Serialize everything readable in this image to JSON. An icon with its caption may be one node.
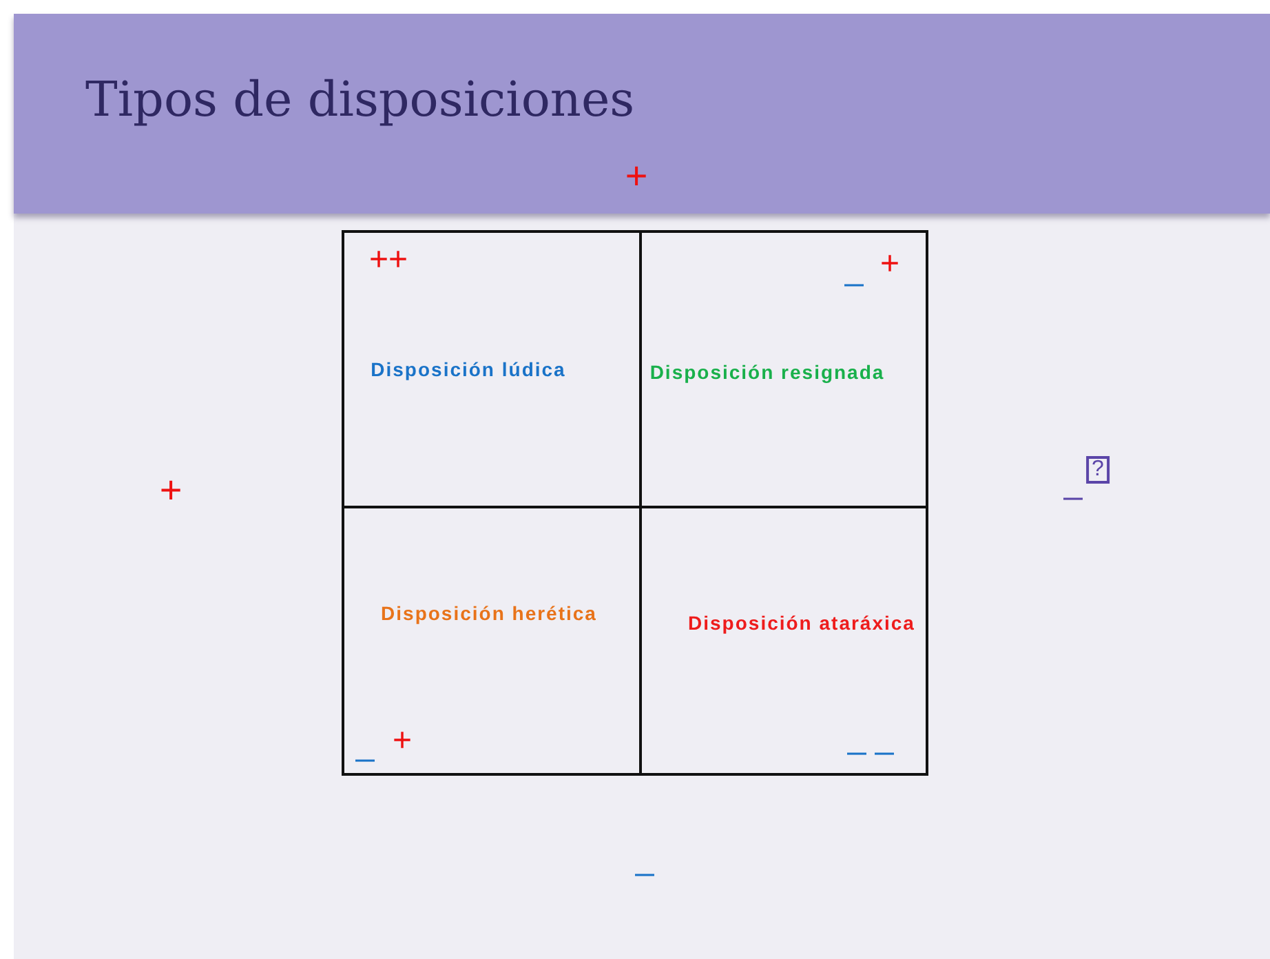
{
  "diagram": {
    "title": "Tipos de disposiciones",
    "nodes": [
      {
        "text": [
          "Disposición lúdica"
        ]
      },
      {
        "text": [
          "Disposición resignada"
        ]
      },
      {
        "text": [
          "Disposición herética"
        ]
      },
      {
        "text": [
          "Disposición ataráxica"
        ]
      }
    ],
    "labels": [
      "+",
      "++",
      "+",
      "_",
      "+",
      "?",
      "_",
      "+",
      "_",
      "_ _",
      "_"
    ]
  }
}
